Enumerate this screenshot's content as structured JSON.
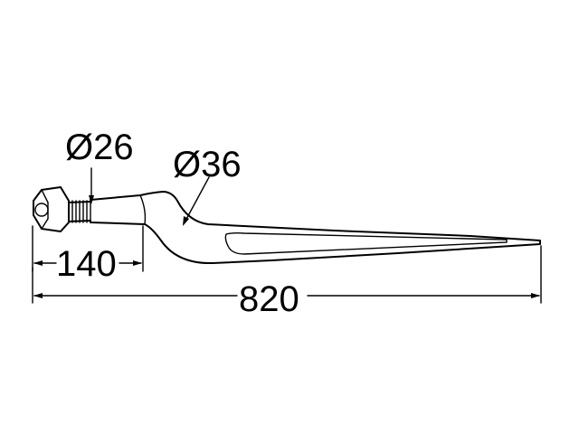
{
  "labels": {
    "shaft_diameter": "Ø26",
    "body_diameter": "Ø36",
    "thread_length": "140",
    "total_length": "820"
  },
  "colors": {
    "stroke": "#000000",
    "background": "#ffffff"
  }
}
